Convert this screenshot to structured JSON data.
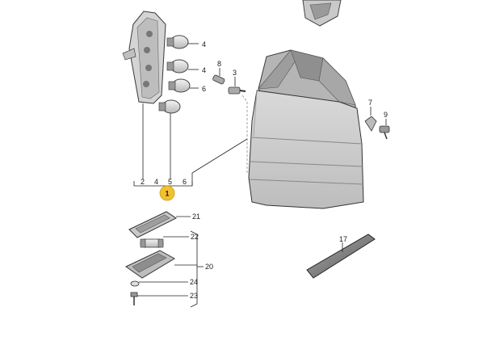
{
  "labels": {
    "bulb_top": "4",
    "bulb_mid": "4",
    "bulb_low": "6",
    "screw_3": "3",
    "pin_8": "8",
    "clip_7": "7",
    "screw_9": "9",
    "bracket_2": "2",
    "bracket_4": "4",
    "bracket_5": "5",
    "bracket_6": "6",
    "gasket_21": "21",
    "bulb_22": "22",
    "group_20": "20",
    "washer_24": "24",
    "screw_23": "23",
    "strip_17": "17"
  },
  "callout": {
    "label": "1",
    "color": "#f2c12e"
  }
}
